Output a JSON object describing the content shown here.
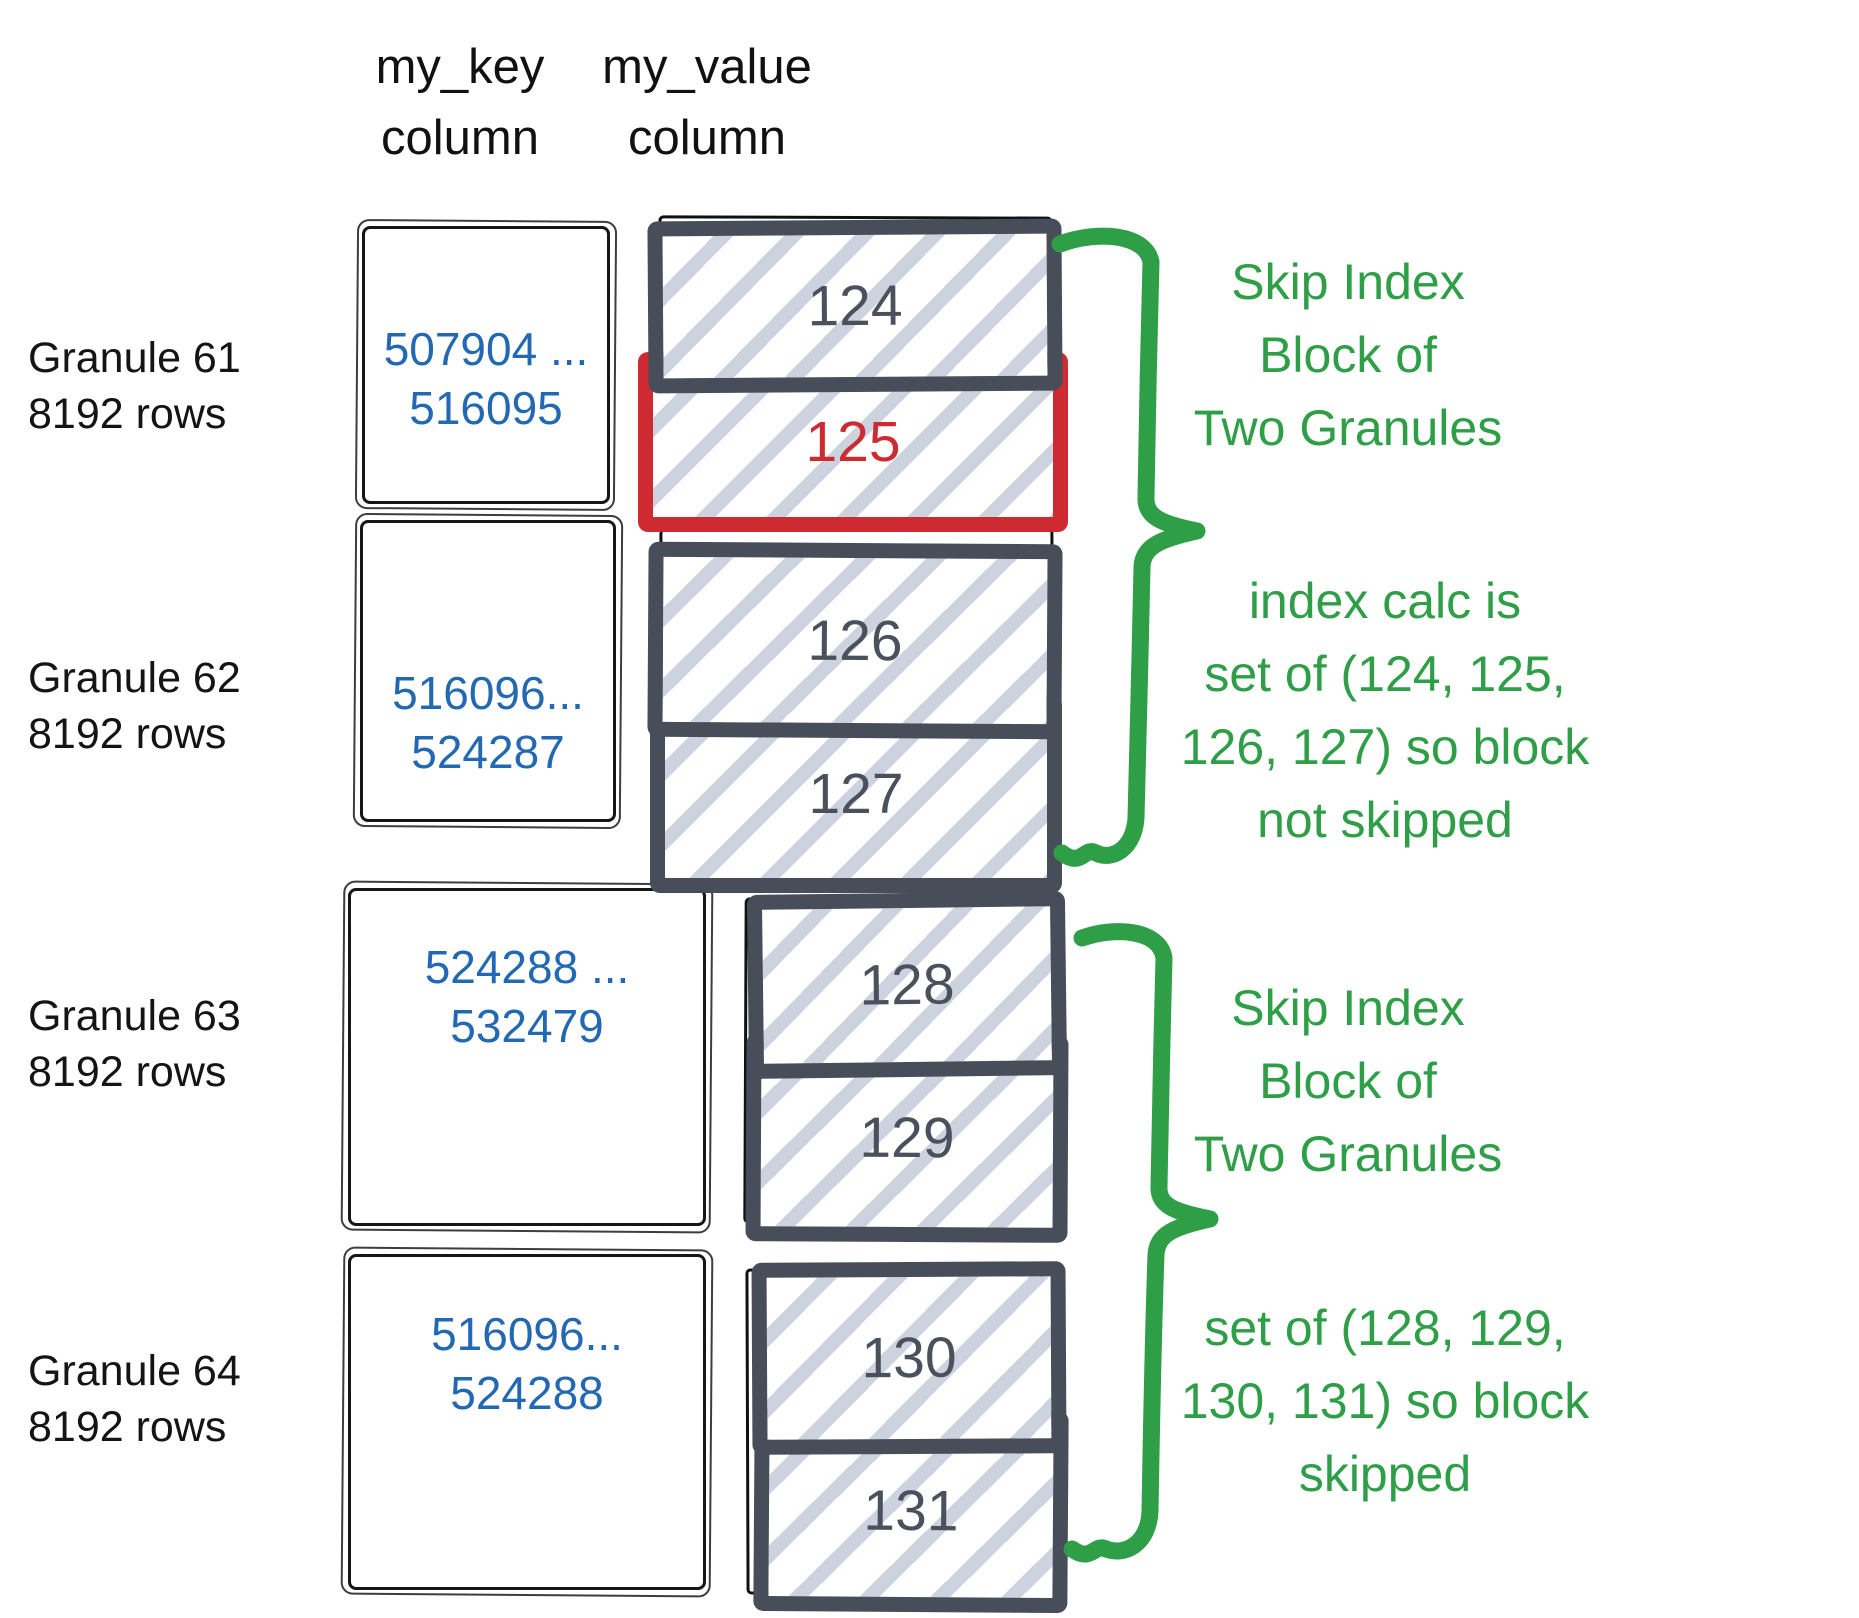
{
  "header": {
    "key": {
      "line1": "my_key",
      "line2": "column"
    },
    "value": {
      "line1": "my_value",
      "line2": "column"
    }
  },
  "granules": [
    {
      "name": "Granule 61",
      "rows": "8192 rows",
      "key_range_line1": "507904 ...",
      "key_range_line2": "516095",
      "values": [
        "124",
        "125"
      ]
    },
    {
      "name": "Granule 62",
      "rows": "8192 rows",
      "key_range_line1": "516096...",
      "key_range_line2": "524287",
      "values": [
        "126",
        "127"
      ]
    },
    {
      "name": "Granule 63",
      "rows": "8192 rows",
      "key_range_line1": "524288 ...",
      "key_range_line2": "532479",
      "values": [
        "128",
        "129"
      ]
    },
    {
      "name": "Granule 64",
      "rows": "8192 rows",
      "key_range_line1": "516096...",
      "key_range_line2": "524288",
      "values": [
        "130",
        "131"
      ]
    }
  ],
  "highlighted_value": "125",
  "annotations": [
    {
      "lines": [
        "Skip Index",
        "Block of",
        "Two Granules"
      ]
    },
    {
      "lines": [
        "index calc is",
        "set of (124, 125,",
        "126, 127) so block",
        "not skipped"
      ]
    },
    {
      "lines": [
        "Skip Index",
        "Block of",
        "Two Granules"
      ]
    },
    {
      "lines": [
        "set of (128, 129,",
        "130, 131) so block",
        "skipped"
      ]
    }
  ],
  "colors": {
    "green": "#2e9e47",
    "red": "#cd2b31",
    "blue": "#2268b2",
    "box_border": "#474e59",
    "hatch": "#ccd3de",
    "number_gray": "#4a515c",
    "ink": "#161616"
  }
}
